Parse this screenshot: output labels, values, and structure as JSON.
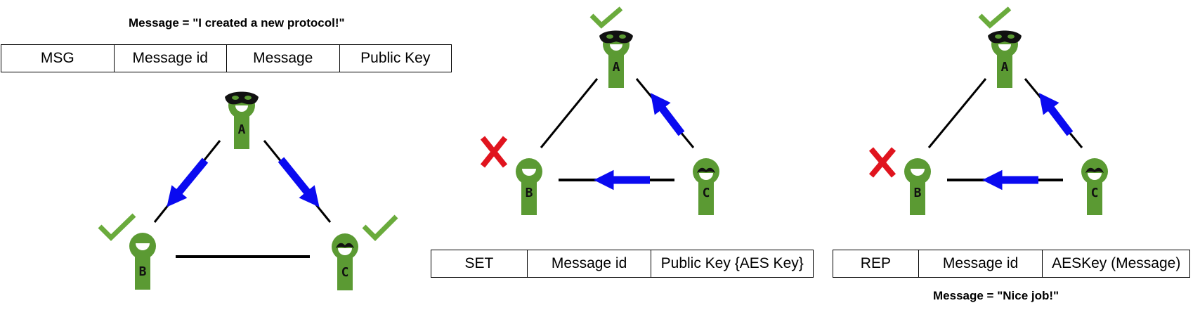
{
  "panels": [
    {
      "caption": "Message = \"I created a new protocol!\"",
      "fields": [
        "MSG",
        "Message id",
        "Message",
        "Public Key"
      ],
      "nodes": {
        "a": "A",
        "b": "B",
        "c": "C"
      }
    },
    {
      "fields": [
        "SET",
        "Message id",
        "Public Key {AES Key}"
      ],
      "nodes": {
        "a": "A",
        "b": "B",
        "c": "C"
      }
    },
    {
      "caption": "Message = \"Nice job!\"",
      "fields": [
        "REP",
        "Message id",
        "AESKey (Message)"
      ],
      "nodes": {
        "a": "A",
        "b": "B",
        "c": "C"
      }
    }
  ],
  "colors": {
    "node_green": "#5b9a33",
    "arrow_blue": "#0a0af0",
    "check_green": "#6aab3c",
    "cross_red": "#e0141e",
    "mask": "#111111"
  }
}
